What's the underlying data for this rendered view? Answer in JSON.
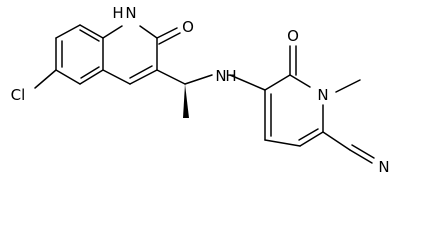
{
  "molecule": {
    "atom_labels": {
      "quinolinone_nh": "H",
      "quinolinone_n": "N",
      "quinolinone_o": "O",
      "chloro": "Cl",
      "amine_n": "N",
      "amine_h": "H",
      "pyridone_o": "O",
      "pyridone_n": "N",
      "nitrile_n": "N"
    }
  }
}
